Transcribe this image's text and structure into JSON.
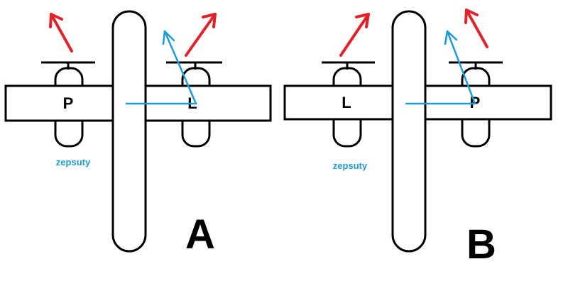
{
  "diagram_a": {
    "left_engine_label": "P",
    "right_engine_label": "L",
    "broken_note": "zepsuty",
    "panel_label": "A"
  },
  "diagram_b": {
    "left_engine_label": "L",
    "right_engine_label": "P",
    "broken_note": "zepsuty",
    "panel_label": "B"
  },
  "colors": {
    "thrust_arrow": "#e0232b",
    "resultant_arrow": "#1e9ad6",
    "note_text": "#1e9ad6"
  }
}
